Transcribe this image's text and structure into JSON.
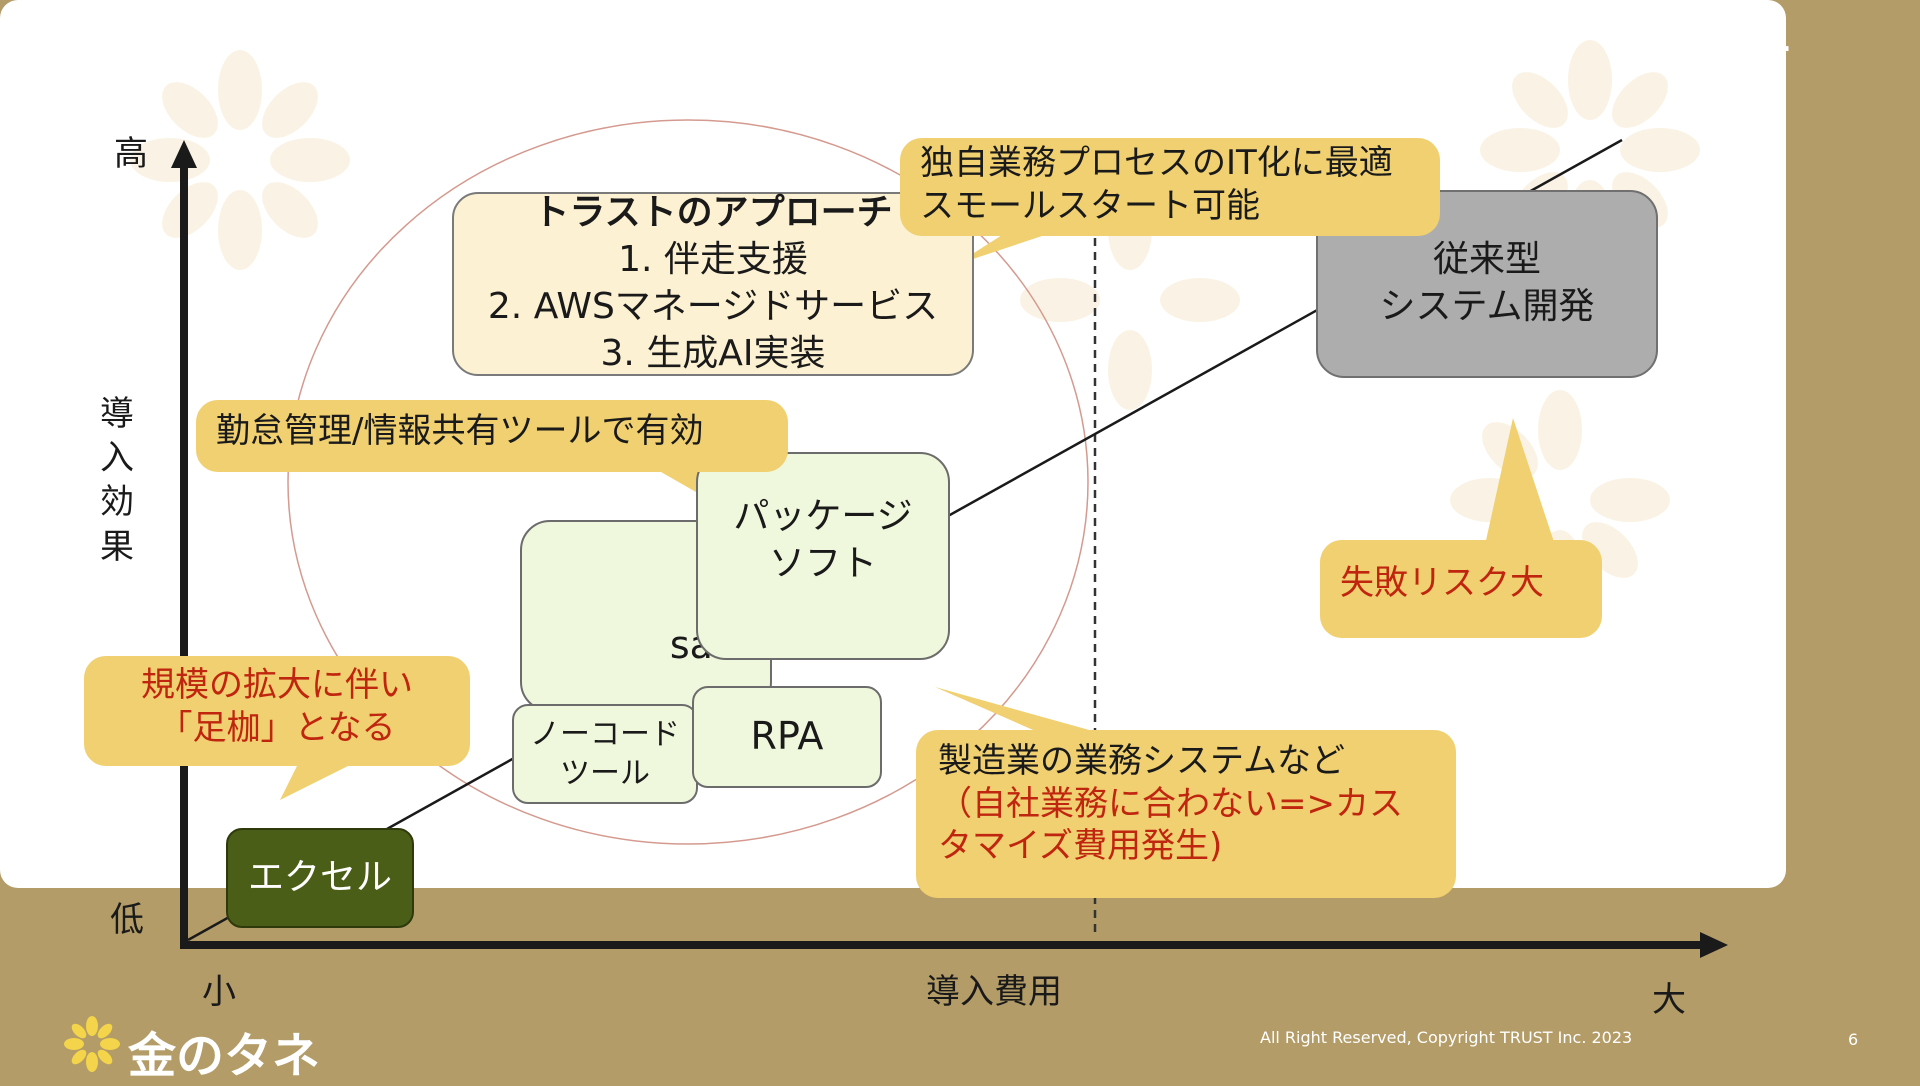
{
  "header": {
    "title": "トラストのアプローチ",
    "brand": "TRUST"
  },
  "axes": {
    "y_title": "導入効果",
    "y_high": "高",
    "y_low": "低",
    "x_title": "導入費用",
    "x_low": "小",
    "x_high": "大"
  },
  "approach_box": {
    "title": "トラストのアプローチ",
    "items": [
      "1.  伴走支援",
      "2.  AWSマネージドサービス",
      "3.  生成AI実装"
    ]
  },
  "nodes": {
    "excel": "エクセル",
    "nocode_line1": "ノーコード",
    "nocode_line2": "ツール",
    "saas": "saas",
    "package_line1": "パッケージ",
    "package_line2": "ソフト",
    "rpa": "RPA",
    "legacy_line1": "従来型",
    "legacy_line2": "システム開発"
  },
  "callouts": {
    "business_line1": "独自業務プロセスのIT化に最適",
    "business_line2": "スモールスタート可能",
    "attendance": "勤怠管理/情報共有ツールで有効",
    "scale_line1": "規模の拡大に伴い",
    "scale_line2": "「足枷」となる",
    "manufacturing_line1": "製造業の業務システムなど",
    "manufacturing_line2": "（自社業務に合わない=>カス",
    "manufacturing_line3": "タマイズ費用発生)",
    "risk": "失敗リスク大"
  },
  "footer": {
    "logo_text": "金のタネ",
    "copyright": "All Right Reserved, Copyright TRUST Inc. 2023",
    "page": "6"
  },
  "colors": {
    "background": "#b39c67",
    "callout": "#f0d070",
    "soft_green": "#eff7dc",
    "dark_green": "#4b5e17",
    "gray": "#adadad",
    "accent_red": "#c0250f"
  }
}
